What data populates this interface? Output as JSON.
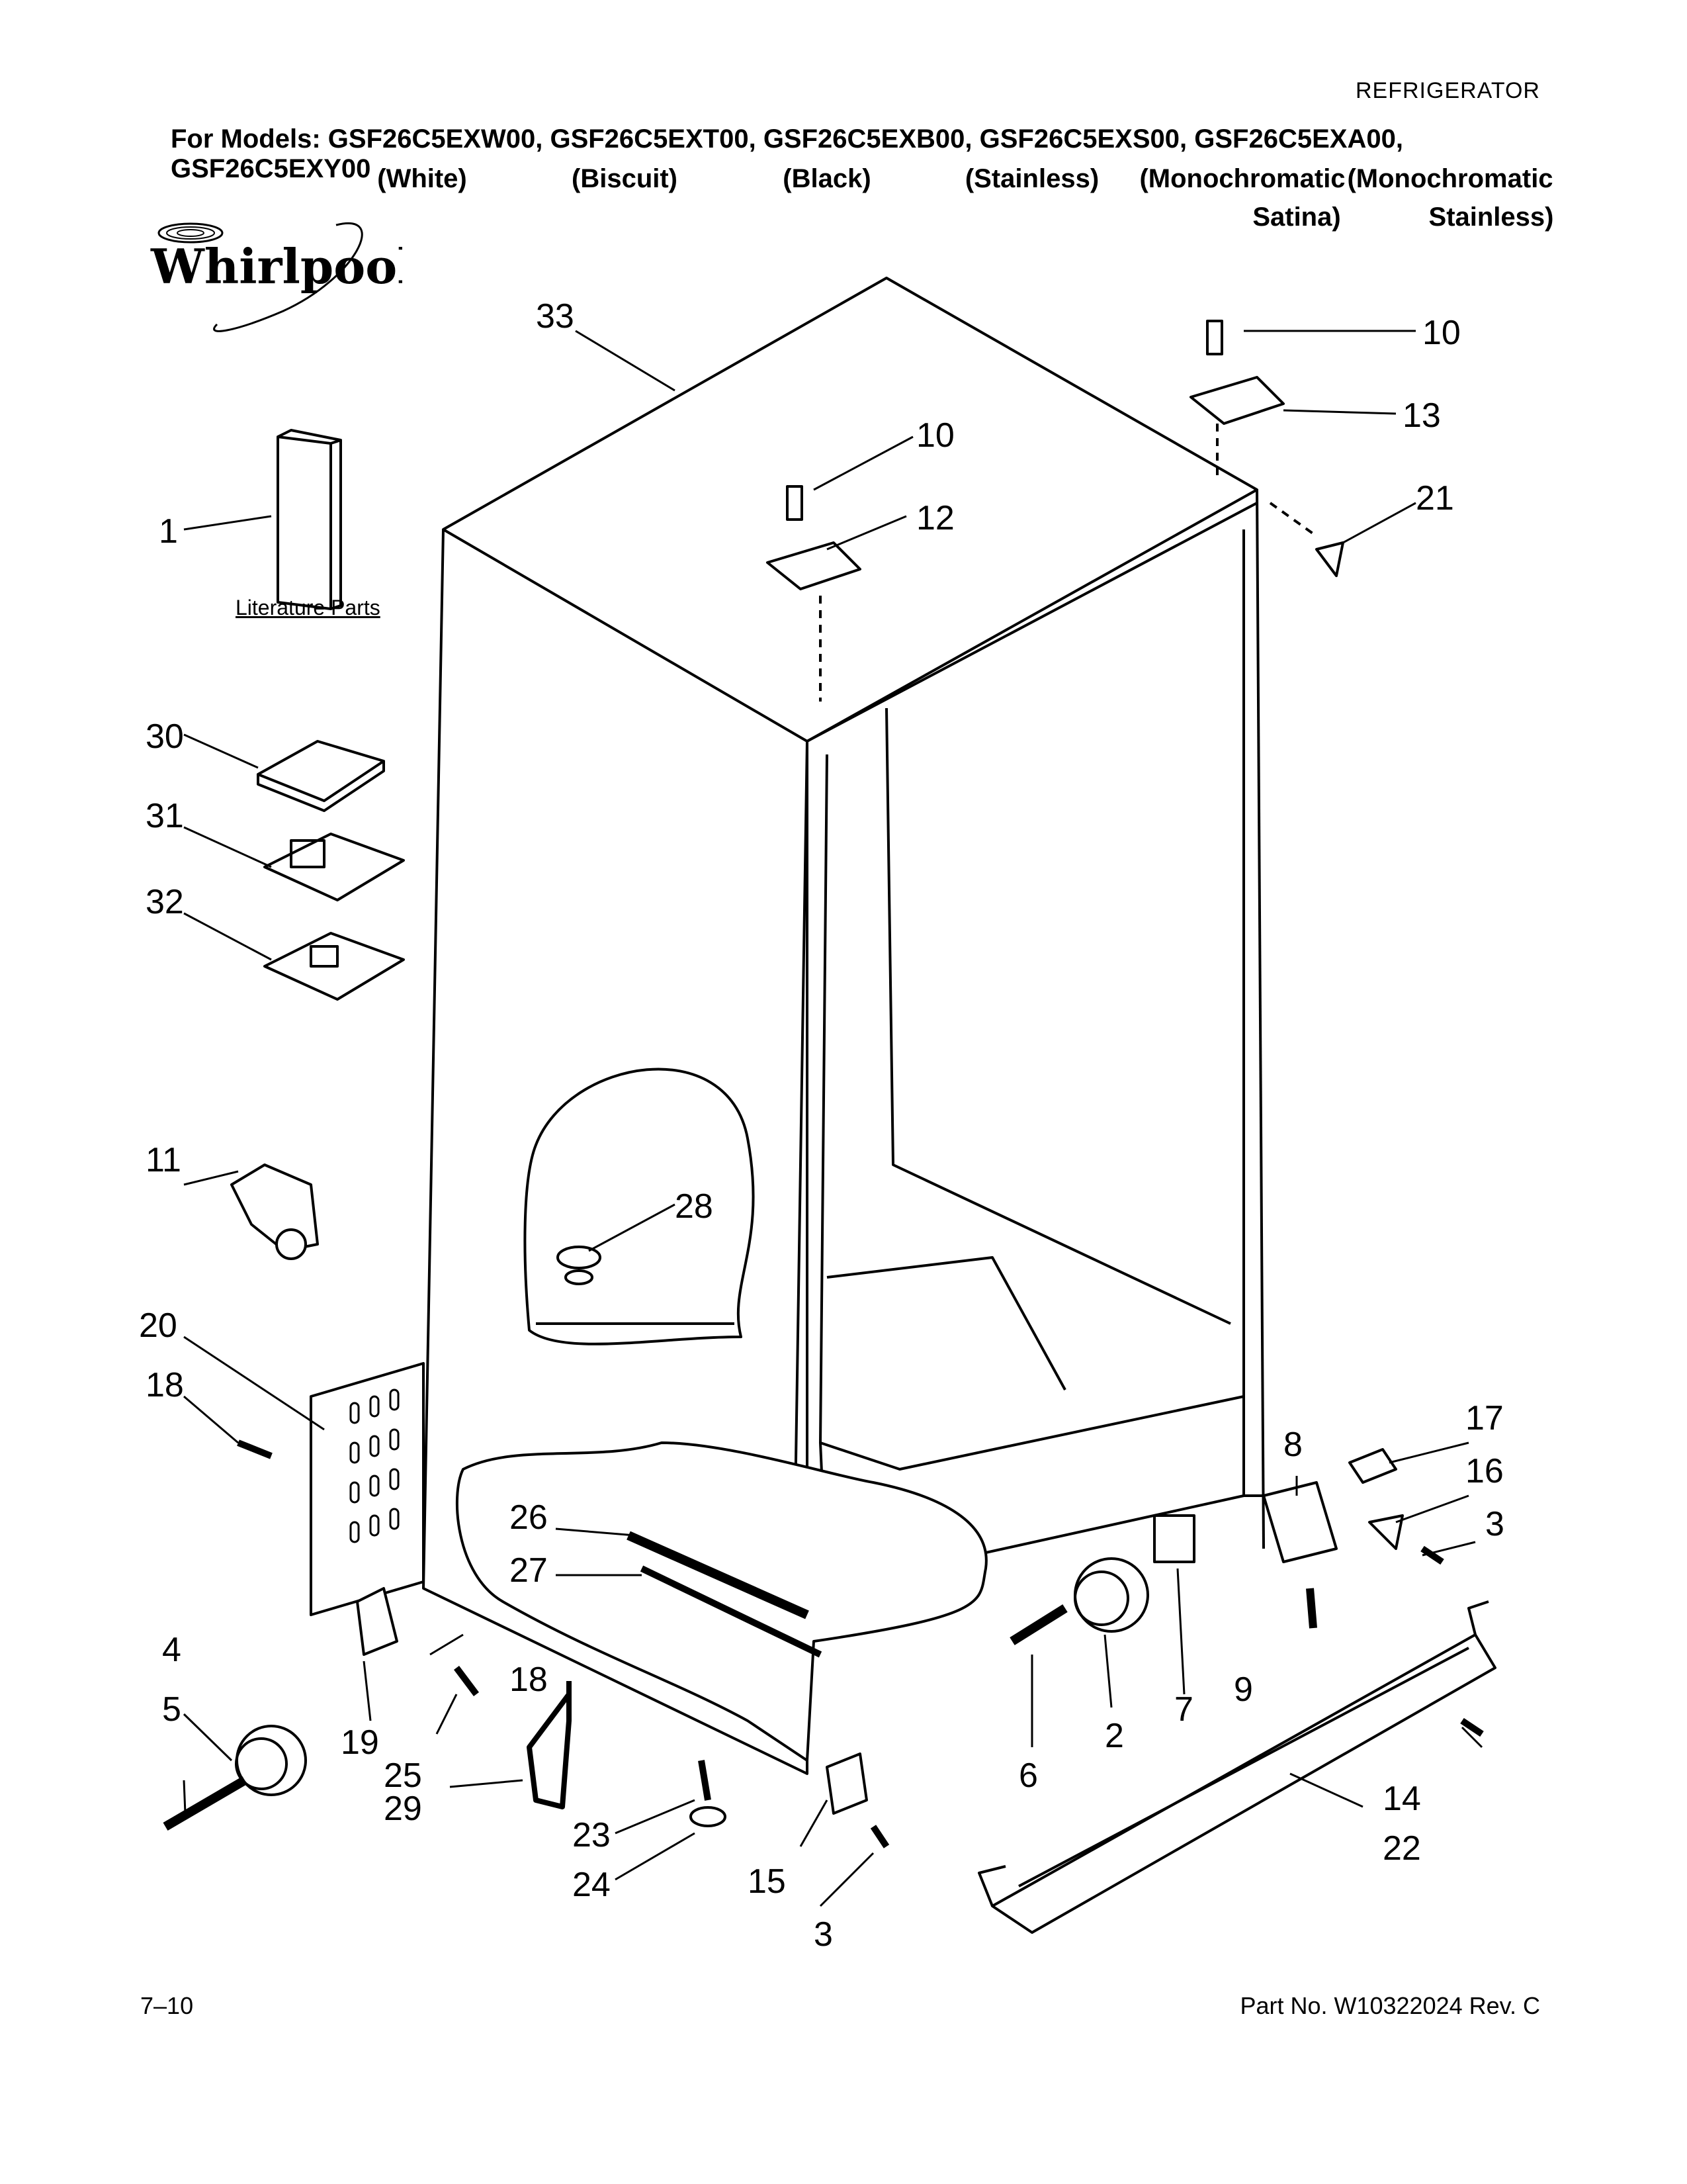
{
  "header": {
    "category": "REFRIGERATOR",
    "models_line": "For Models: GSF26C5EXW00, GSF26C5EXT00, GSF26C5EXB00, GSF26C5EXS00, GSF26C5EXA00, GSF26C5EXY00",
    "colors_row1": [
      "(White)",
      "(Biscuit)",
      "(Black)",
      "(Stainless)",
      "(Monochromatic",
      "(Monochromatic"
    ],
    "colors_row2": [
      "Satina)",
      "Stainless)"
    ]
  },
  "brand": {
    "logo_text": "Whirlpool"
  },
  "labels": {
    "literature": "Literature Parts"
  },
  "callouts": {
    "c33": "33",
    "c10a": "10",
    "c10b": "10",
    "c13": "13",
    "c21": "21",
    "c12": "12",
    "c1": "1",
    "c30": "30",
    "c31": "31",
    "c32": "32",
    "c11": "11",
    "c28": "28",
    "c20": "20",
    "c18a": "18",
    "c18b": "18",
    "c26": "26",
    "c27": "27",
    "c8": "8",
    "c17": "17",
    "c16": "16",
    "c3a": "3",
    "c3b": "3",
    "c9": "9",
    "c7": "7",
    "c2": "2",
    "c6": "6",
    "c14": "14",
    "c22": "22",
    "c4": "4",
    "c5": "5",
    "c19": "19",
    "c25": "25",
    "c29": "29",
    "c23": "23",
    "c24": "24",
    "c15": "15"
  },
  "footer": {
    "page": "7–10",
    "part_no": "Part No. W10322024 Rev. C"
  }
}
